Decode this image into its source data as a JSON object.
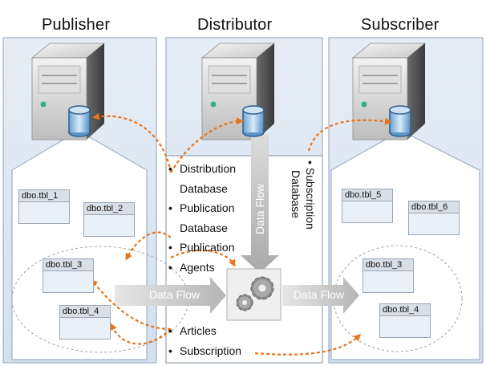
{
  "columns": {
    "publisher": "Publisher",
    "distributor": "Distributor",
    "subscriber": "Subscriber"
  },
  "publisher_tables": [
    "dbo.tbl_1",
    "dbo.tbl_2",
    "dbo.tbl_3",
    "dbo.tbl_4"
  ],
  "subscriber_tables": [
    "dbo.tbl_5",
    "dbo.tbl_6",
    "dbo.tbl_3",
    "dbo.tbl_4"
  ],
  "distributor_box": {
    "item1": "Distribution",
    "item1b": "Database",
    "item2": "Publication",
    "item2b": "Database",
    "item3": "Publication",
    "item4": "Agents",
    "item5": "Articles",
    "item6": "Subscription"
  },
  "subscription_db": {
    "line1": "Subscription",
    "line2": "Database"
  },
  "flow_labels": {
    "vertical": "Data Flow",
    "left": "Data Flow",
    "right": "Data Flow"
  },
  "colors": {
    "panel_fill": "#dfe8f3",
    "panel_border": "#8fa3bd",
    "dashed_arrow": "#e8741c",
    "flow_arrow": "#b8b8b8"
  }
}
